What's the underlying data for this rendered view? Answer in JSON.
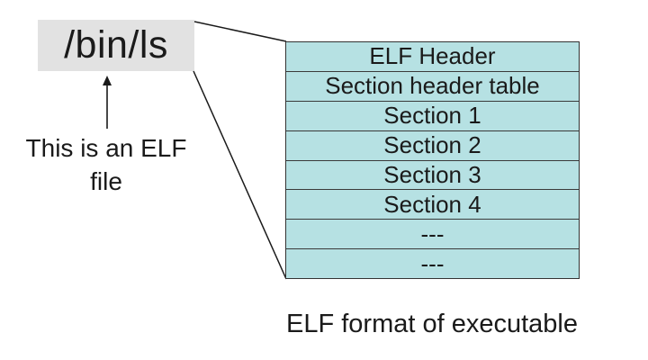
{
  "file_label": "/bin/ls",
  "caption_lines": [
    "This is an ELF",
    "file"
  ],
  "elf_sections": [
    "ELF Header",
    "Section header table",
    "Section 1",
    "Section 2",
    "Section 3",
    "Section 4",
    "---",
    "---"
  ],
  "format_caption": "ELF format of executable",
  "colors": {
    "file_box": "#e2e2e2",
    "table_fill": "#b6e1e3",
    "line": "#1a1a1a"
  }
}
